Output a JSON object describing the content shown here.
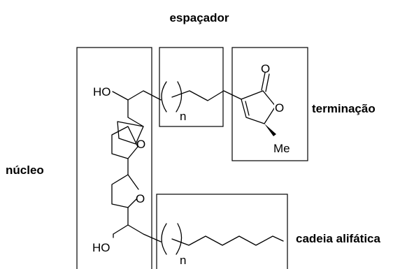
{
  "labels": {
    "spacer": "espaçador",
    "termination": "terminação",
    "core": "núcleo",
    "aliphatic_chain": "cadeia alifática"
  },
  "atoms": {
    "hydroxyl_top": "HO",
    "hydroxyl_bottom": "HO",
    "oxygen_thf_top": "O",
    "oxygen_thf_bottom": "O",
    "oxygen_carbonyl": "O",
    "oxygen_ring": "O",
    "methyl": "Me",
    "n_spacer": "n",
    "n_chain": "n"
  }
}
